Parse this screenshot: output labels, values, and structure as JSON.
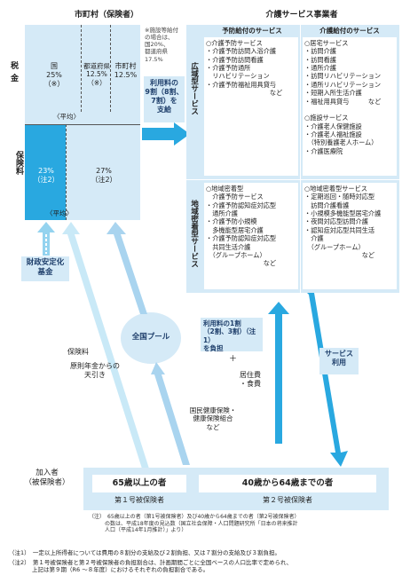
{
  "municipality": {
    "header": "市町村（保険者）",
    "row_tax": "税\n金",
    "row_premium": "保険料",
    "country": "国\n25%\n（※）",
    "prefecture": "都道府県\n12.5%（※）",
    "city": "市町村\n12.5%",
    "tax_avg": "〈平均〉",
    "premium_1": "23%\n（注2）",
    "premium_2": "27%\n（注2）",
    "premium_avg": "〈平均〉",
    "note_facility": "※施設等給付\nの場合は、\n国20%、\n都道府県\n17.5%"
  },
  "copay_box": "利用料の\n9割（8割、\n7割）を\n支給",
  "providers": {
    "header": "介護サービス事業者",
    "col_prevention": "予防給付のサービス",
    "col_care": "介護給付のサービス",
    "row_wide": "広域型サービス",
    "row_local": "地域密着型サービス",
    "wide_prevention": "○介護予防サービス\n・介護予防訪問入浴介護\n・介護予防訪問看護\n・介護予防通所\n　リハビリテーション\n・介護予防福祉用具貸与\n　　　　　　　　　　など",
    "wide_care": "○居宅サービス\n・訪問介護\n・訪問看護\n・通所介護\n・訪問リハビリテーション\n・通所リハビリテーション\n・短期入所生活介護\n・福祉用具貸与　　　など\n\n○施設サービス\n・介護老人保健施設\n・介護老人福祉施設\n　（特別養護老人ホーム）\n・介護医療院",
    "local_prevention": "○地域密着型\n　介護予防サービス\n・介護予防認知症対応型\n　通所介護\n・介護予防小規模\n　多機能型居宅介護\n・介護予防認知症対応型\n　共同生活介護\n　（グループホーム）\n　　　　　　　　　など",
    "local_care": "○地域密着型サービス\n・定期巡回・随時対応型\n　訪問介護看護\n・小規模多機能型居宅介護\n・夜間対応型訪問介護\n・認知症対応型共同生活\n　介護\n　（グループホーム）\n　　　　　　　　　など"
  },
  "fund": "財政安定化\n基金",
  "pool": "全国プール",
  "premium_label": "保険料",
  "pension_label": "原則年金からの\n天引き",
  "insurers_label": "国民健康保険・\n健康保険組合\nなど",
  "copay_pay_box": "利用料の1割\n（2割、3割）（注1）\nを負担",
  "plus": "＋",
  "living_costs": "居住費\n・食費",
  "service_use": "サービス\n利用",
  "insured_label": "加入者\n（被保険者）",
  "group1_name": "65歳以上の者",
  "group1_sub": "第１号被保険者",
  "group2_name": "40歳から64歳までの者",
  "group2_sub": "第２号被保険者",
  "note_inner": "（注）　65歳以上の者（第1号被保険者）及び40歳から64歳までの者（第2号被保険者）\n　　　の数は、平成18年度の見込数（国立社会保障・人口問題研究所「日本の将来推計\n　　　人口（平成14年1月推計）」より）",
  "footnote1": "（注1）　一定以上所得者については費用の８割分の支給及び２割負担、又は７割分の支給及び３割負担。",
  "footnote2": "（注2）　第１号被保険者と第２号被保険者の負担割合は、計画期間ごとに全国ベースの人口比率で定められ、\n　　　　上記は第９期（R6 ～８年度）におけるそれぞれの負担割合である。",
  "colors": {
    "blue_dark": "#29a8e0",
    "blue_light": "#d5eaf7",
    "blue_mid": "#a9d4ef",
    "text_dark": "#1f3f6b"
  }
}
